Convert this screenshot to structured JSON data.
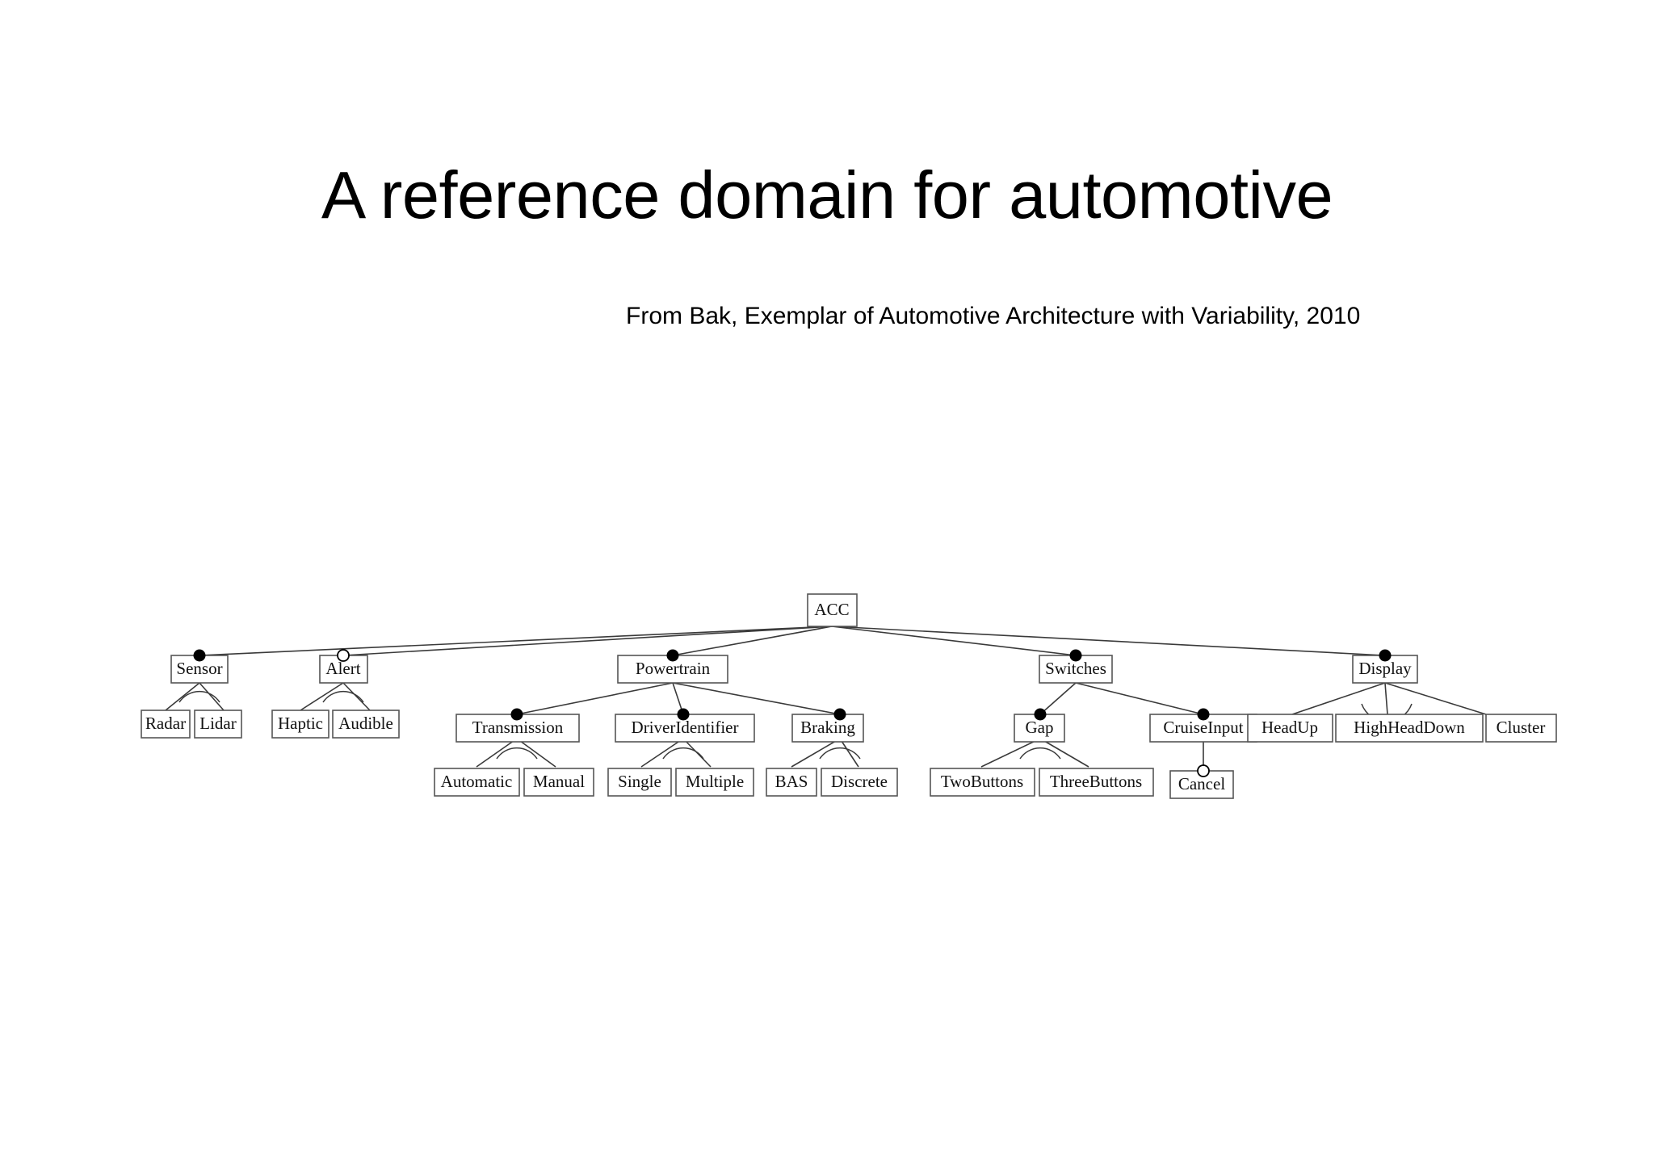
{
  "slide": {
    "title": "A reference domain for automotive",
    "subtitle": "From Bak, Exemplar of Automotive Architecture with Variability, 2010"
  },
  "diagram": {
    "type": "feature-model",
    "notation": "FODA",
    "legend": {
      "mandatory": "filled-circle",
      "optional": "hollow-circle",
      "or_group": "filled-arc"
    },
    "root": "ACC",
    "nodes": {
      "acc": "ACC",
      "sensor": "Sensor",
      "radar": "Radar",
      "lidar": "Lidar",
      "alert": "Alert",
      "haptic": "Haptic",
      "audible": "Audible",
      "powertrain": "Powertrain",
      "transmission": "Transmission",
      "automatic": "Automatic",
      "manual": "Manual",
      "driveridentifier": "DriverIdentifier",
      "single": "Single",
      "multiple": "Multiple",
      "braking": "Braking",
      "bas": "BAS",
      "discrete": "Discrete",
      "switches": "Switches",
      "gap": "Gap",
      "twobuttons": "TwoButtons",
      "threebuttons": "ThreeButtons",
      "cruiseinput": "CruiseInput",
      "cancel": "Cancel",
      "display": "Display",
      "headup": "HeadUp",
      "highheaddown": "HighHeadDown",
      "cluster": "Cluster"
    },
    "tree": [
      {
        "id": "acc",
        "label": "ACC",
        "level": 0,
        "marker": "none",
        "children": [
          {
            "id": "sensor",
            "label": "Sensor",
            "level": 1,
            "marker": "mandatory",
            "group": "or",
            "children": [
              {
                "id": "radar",
                "label": "Radar",
                "level": 2,
                "marker": "none"
              },
              {
                "id": "lidar",
                "label": "Lidar",
                "level": 2,
                "marker": "none"
              }
            ]
          },
          {
            "id": "alert",
            "label": "Alert",
            "level": 1,
            "marker": "optional",
            "group": "or",
            "children": [
              {
                "id": "haptic",
                "label": "Haptic",
                "level": 2,
                "marker": "none"
              },
              {
                "id": "audible",
                "label": "Audible",
                "level": 2,
                "marker": "none"
              }
            ]
          },
          {
            "id": "powertrain",
            "label": "Powertrain",
            "level": 1,
            "marker": "mandatory",
            "group": "none",
            "children": [
              {
                "id": "transmission",
                "label": "Transmission",
                "level": 2,
                "marker": "mandatory",
                "group": "or",
                "children": [
                  {
                    "id": "automatic",
                    "label": "Automatic",
                    "level": 3,
                    "marker": "none"
                  },
                  {
                    "id": "manual",
                    "label": "Manual",
                    "level": 3,
                    "marker": "none"
                  }
                ]
              },
              {
                "id": "driveridentifier",
                "label": "DriverIdentifier",
                "level": 2,
                "marker": "mandatory",
                "group": "or",
                "children": [
                  {
                    "id": "single",
                    "label": "Single",
                    "level": 3,
                    "marker": "none"
                  },
                  {
                    "id": "multiple",
                    "label": "Multiple",
                    "level": 3,
                    "marker": "none"
                  }
                ]
              },
              {
                "id": "braking",
                "label": "Braking",
                "level": 2,
                "marker": "mandatory",
                "group": "or",
                "children": [
                  {
                    "id": "bas",
                    "label": "BAS",
                    "level": 3,
                    "marker": "none"
                  },
                  {
                    "id": "discrete",
                    "label": "Discrete",
                    "level": 3,
                    "marker": "none"
                  }
                ]
              }
            ]
          },
          {
            "id": "switches",
            "label": "Switches",
            "level": 1,
            "marker": "mandatory",
            "group": "none",
            "children": [
              {
                "id": "gap",
                "label": "Gap",
                "level": 2,
                "marker": "mandatory",
                "group": "or",
                "children": [
                  {
                    "id": "twobuttons",
                    "label": "TwoButtons",
                    "level": 3,
                    "marker": "none"
                  },
                  {
                    "id": "threebuttons",
                    "label": "ThreeButtons",
                    "level": 3,
                    "marker": "none"
                  }
                ]
              },
              {
                "id": "cruiseinput",
                "label": "CruiseInput",
                "level": 2,
                "marker": "mandatory",
                "group": "none",
                "children": [
                  {
                    "id": "cancel",
                    "label": "Cancel",
                    "level": 3,
                    "marker": "optional"
                  }
                ]
              }
            ]
          },
          {
            "id": "display",
            "label": "Display",
            "level": 1,
            "marker": "mandatory",
            "group": "or",
            "children": [
              {
                "id": "headup",
                "label": "HeadUp",
                "level": 2,
                "marker": "none"
              },
              {
                "id": "highheaddown",
                "label": "HighHeadDown",
                "level": 2,
                "marker": "none"
              },
              {
                "id": "cluster",
                "label": "Cluster",
                "level": 2,
                "marker": "none"
              }
            ]
          }
        ]
      }
    ]
  }
}
